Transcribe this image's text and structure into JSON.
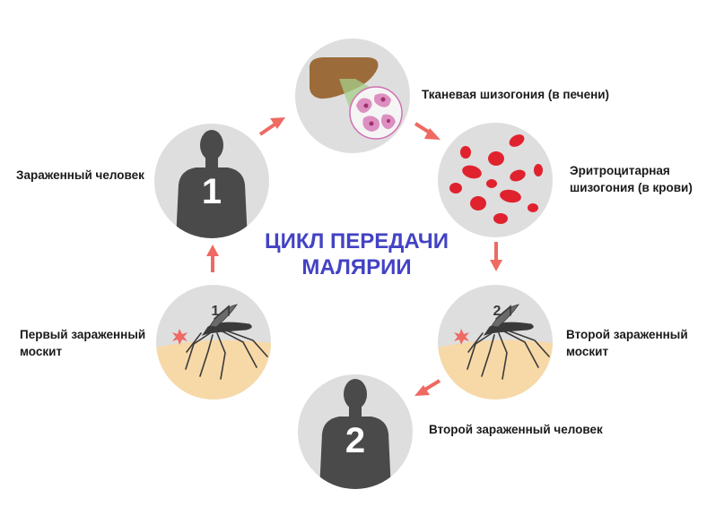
{
  "title": {
    "line1": "ЦИКЛ ПЕРЕДАЧИ",
    "line2": "МАЛЯРИИ"
  },
  "stages": {
    "infected_person": {
      "label": "Зараженный человек",
      "number": "1"
    },
    "liver": {
      "label": "Тканевая шизогония (в печени)"
    },
    "blood": {
      "line1": "Эритроцитарная",
      "line2": "шизогония (в крови)"
    },
    "second_mosquito": {
      "line1": "Второй зараженный",
      "line2": "москит",
      "number": "2"
    },
    "second_person": {
      "label": "Второй зараженный человек",
      "number": "2"
    },
    "first_mosquito": {
      "line1": "Первый зараженный",
      "line2": "москит",
      "number": "1"
    }
  },
  "colors": {
    "circle": "#dedede",
    "arrow": "#ee6a62",
    "silhouette": "#4a4a4a",
    "skin": "#f7d9a8",
    "blood_cell": "#e0222e",
    "liver": "#9c6b3a",
    "tissue": "#dc8fc0",
    "title": "#4343c4"
  }
}
